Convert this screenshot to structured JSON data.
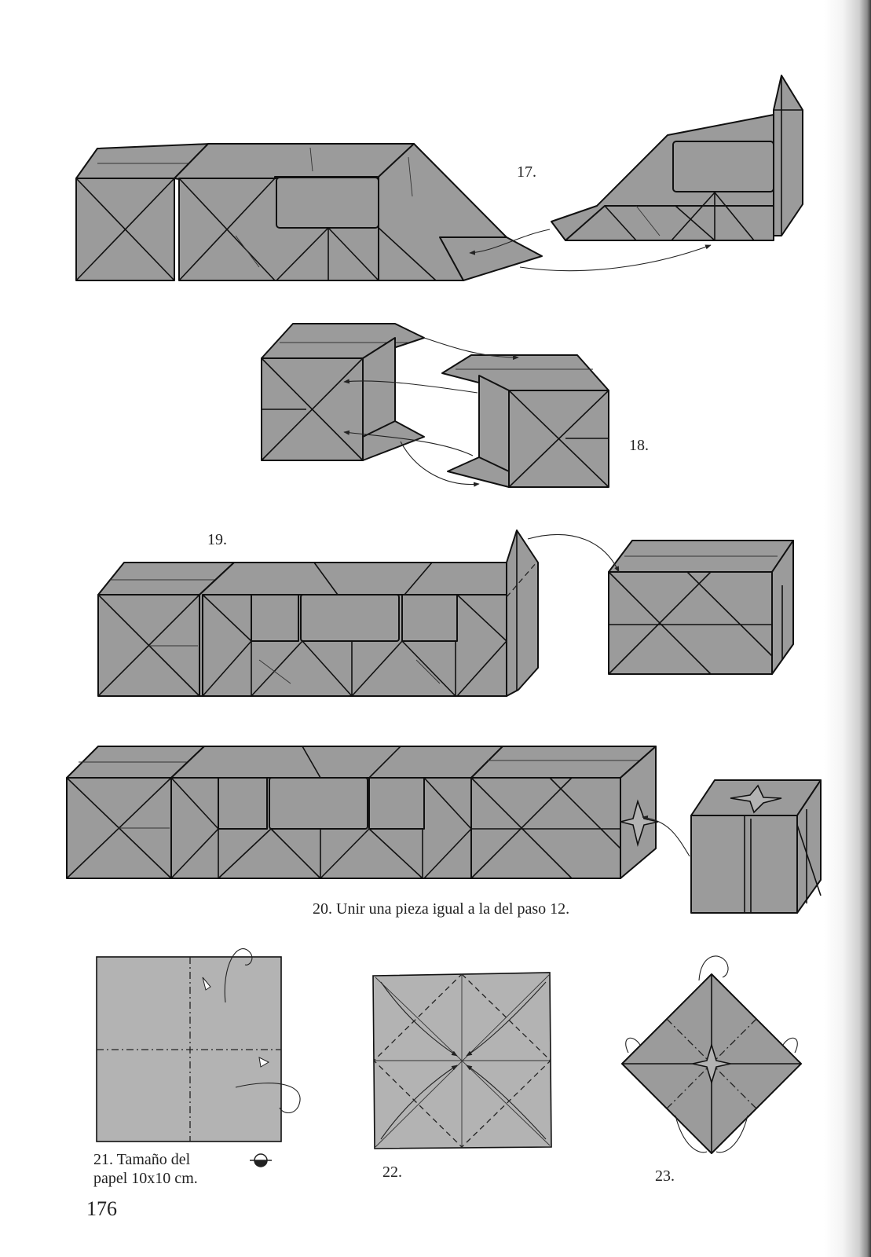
{
  "steps": [
    {
      "id": "17",
      "label": "17."
    },
    {
      "id": "18",
      "label": "18."
    },
    {
      "id": "19",
      "label": "19."
    },
    {
      "id": "20",
      "label": "20. Unir una pieza igual a la del paso 12."
    },
    {
      "id": "21",
      "label_line1": "21. Tamaño del",
      "label_line2": "papel 10x10 cm."
    },
    {
      "id": "22",
      "label": "22."
    },
    {
      "id": "23",
      "label": "23."
    }
  ],
  "page_number": "176",
  "colors": {
    "paper_gray": "#9b9b9b",
    "paper_light": "#b3b3b3",
    "line": "#111111"
  }
}
